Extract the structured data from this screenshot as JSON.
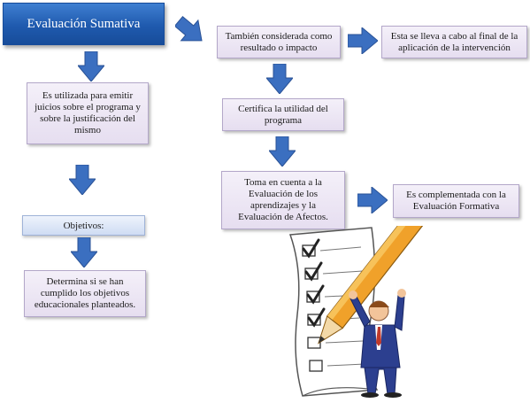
{
  "diagram": {
    "title": "Evaluación Sumativa",
    "nodes": {
      "uso": "Es utilizada para emitir juicios sobre el programa y sobre la justificación del mismo",
      "objetivos": "Objetivos:",
      "determina": "Determina si se han cumplido los objetivos educacionales planteados.",
      "tambien": "También considerada como resultado o impacto",
      "esta": "Esta se lleva a cabo al final de la aplicación de la intervención",
      "certifica": "Certifica la utilidad del programa",
      "toma": "Toma en cuenta a la Evaluación de los aprendizajes y la Evaluación de Afectos.",
      "complementada": "Es complementada con la Evaluación Formativa"
    }
  },
  "colors": {
    "arrow": "#3b6fc0",
    "title_bg": "#1f5aae",
    "box_bg": "#ece6f3",
    "label_bg": "#dbe5f6"
  },
  "illustration": "checklist-with-pencil-clipart"
}
